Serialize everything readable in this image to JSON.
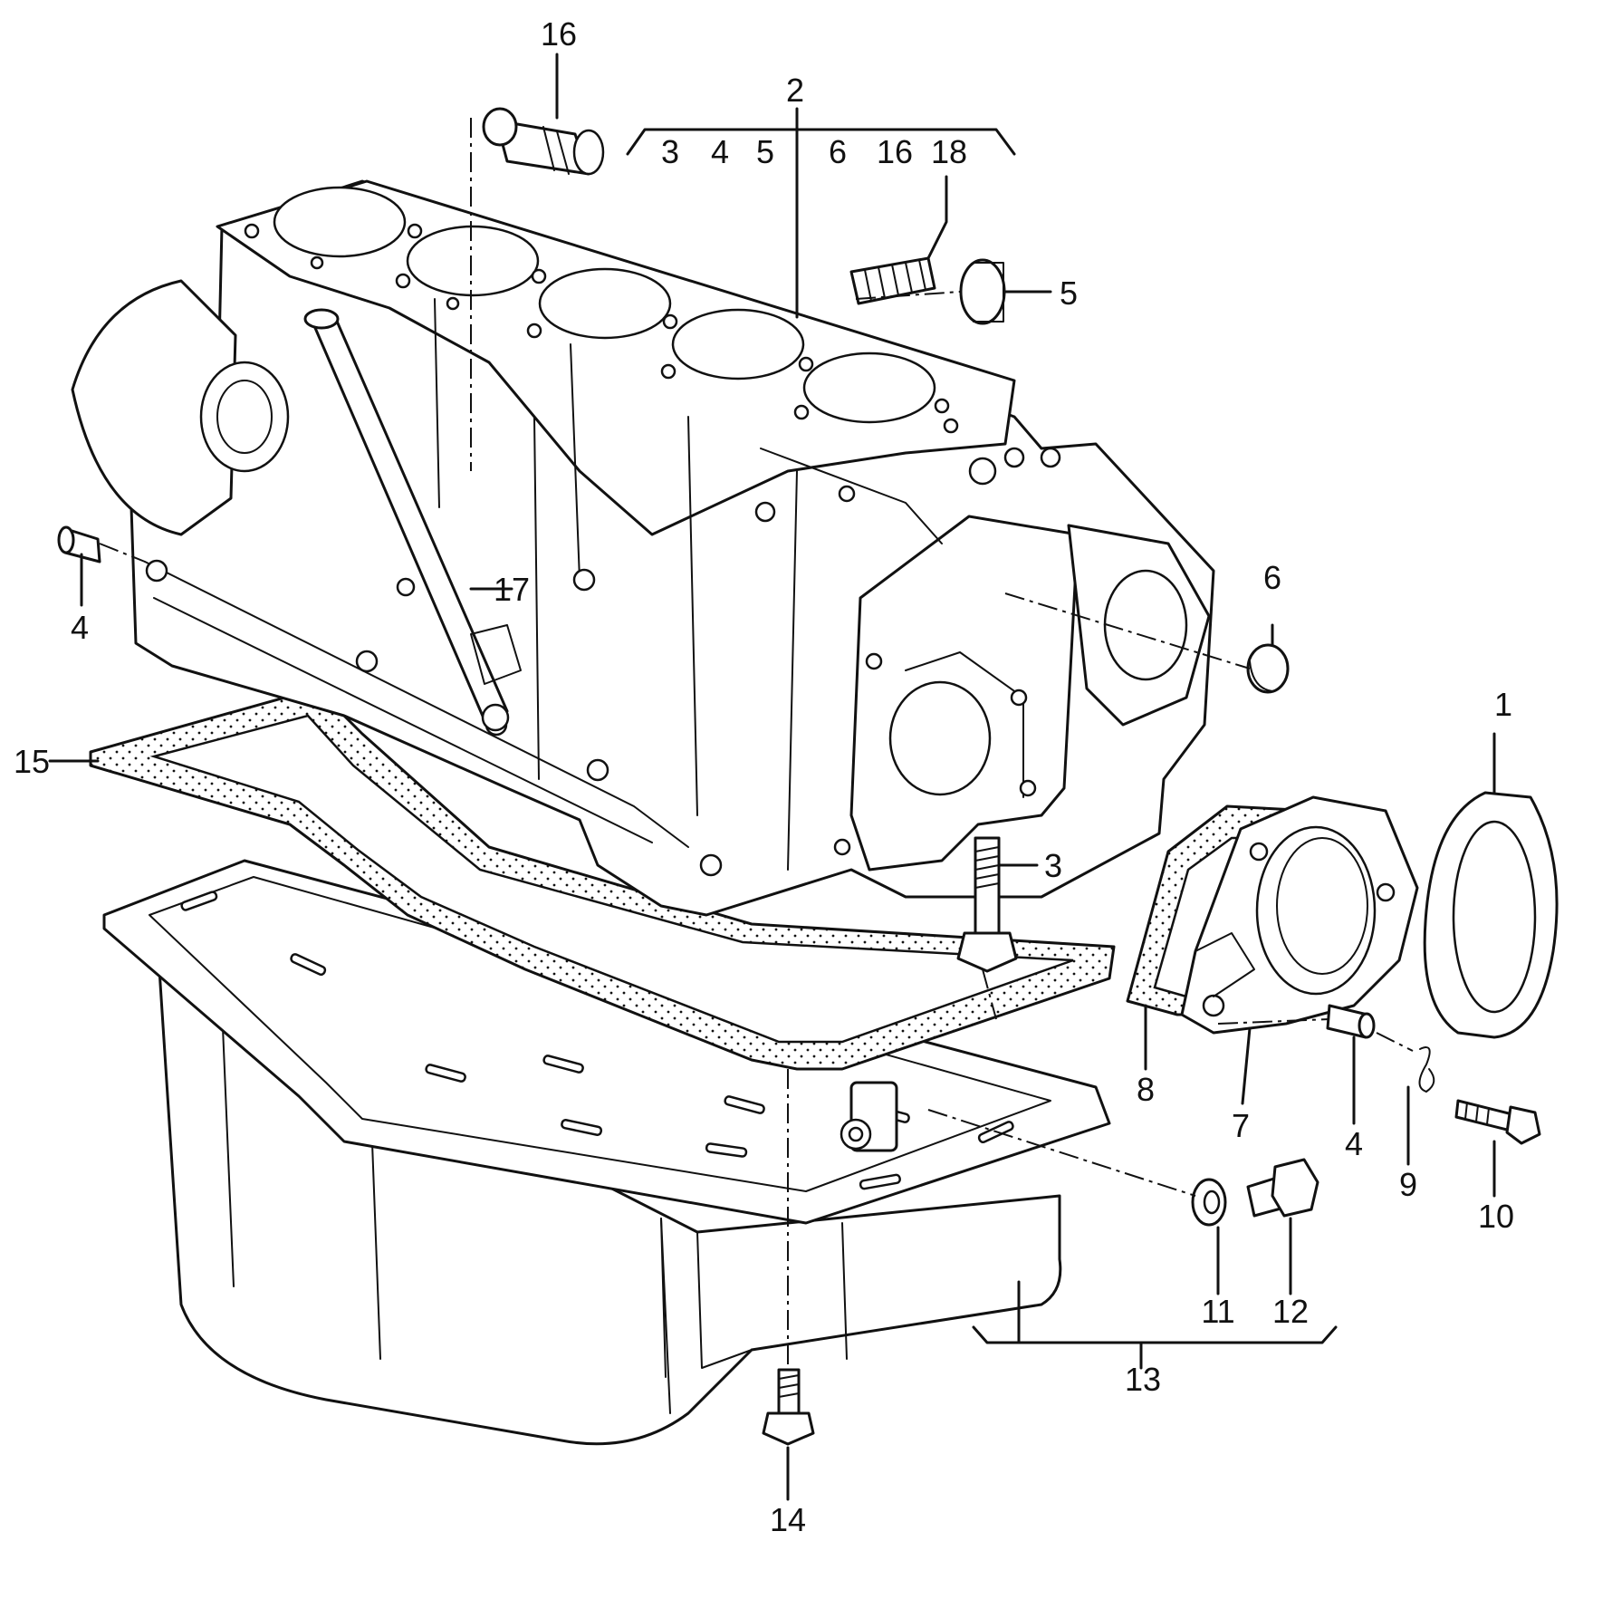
{
  "labels": {
    "p1": "1",
    "p2": "2",
    "p2_list": [
      "3",
      "4",
      "5",
      "6",
      "16",
      "18"
    ],
    "p3": "3",
    "p4_left": "4",
    "p4_right": "4",
    "p5": "5",
    "p6": "6",
    "p7": "7",
    "p8": "8",
    "p9": "9",
    "p10": "10",
    "p11": "11",
    "p12": "12",
    "p13": "13",
    "p14": "14",
    "p15": "15",
    "p16": "16",
    "p17": "17",
    "p18": "18"
  },
  "colors": {
    "ink": "#111111",
    "paper": "#ffffff"
  }
}
